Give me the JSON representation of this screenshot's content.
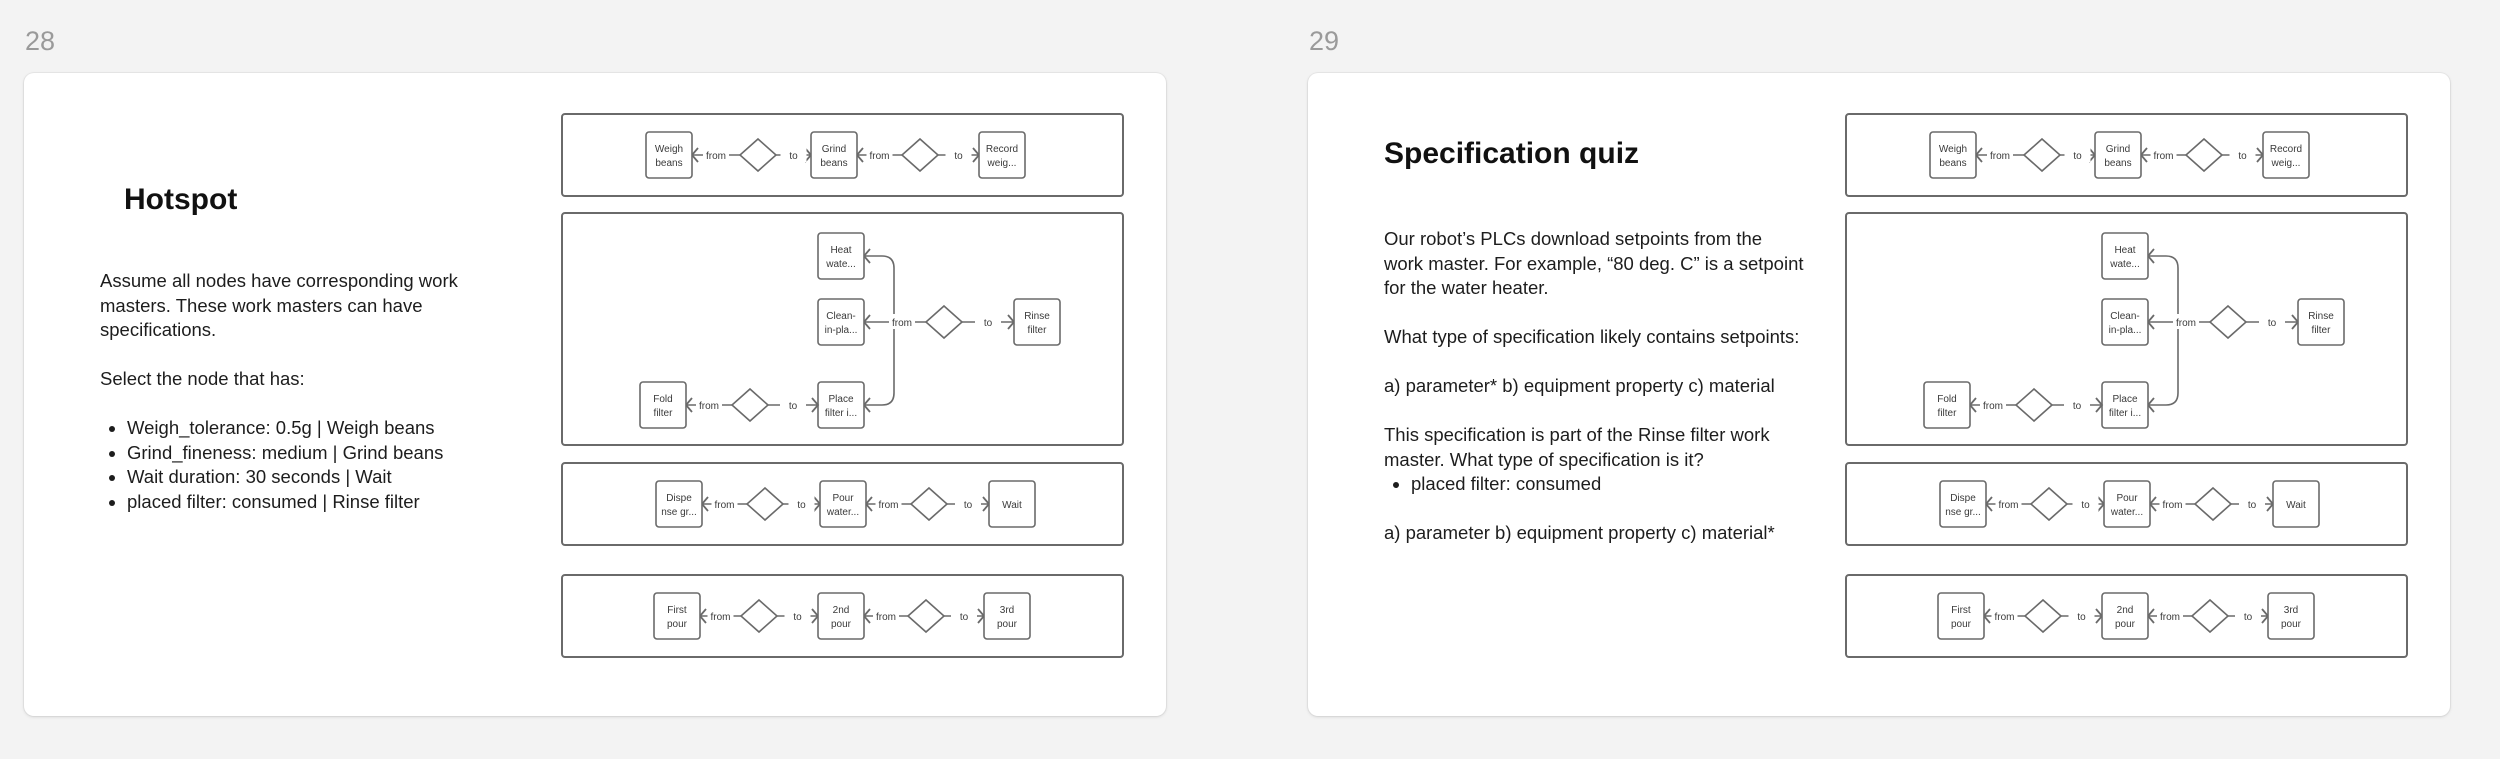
{
  "slides": [
    {
      "number": "28",
      "title": "Hotspot",
      "paragraphs": [
        "Assume all nodes have corresponding work masters. These work masters can have specifications.",
        "Select the node that has:"
      ],
      "bullets": [
        "Weigh_tolerance: 0.5g | Weigh beans",
        "Grind_fineness: medium | Grind beans",
        "Wait duration: 30 seconds | Wait",
        "placed filter: consumed | Rinse filter"
      ]
    },
    {
      "number": "29",
      "title": "Specification quiz",
      "para1": "Our robot’s PLCs download setpoints from the work master. For example, “80 deg. C” is a setpoint for the water heater.",
      "para2": "What type  of specification likely contains setpoints:",
      "para3": "a) parameter* b) equipment property c) material",
      "para4": "This specification is part of the Rinse filter work master. What type of specification is it?",
      "bullets": [
        "placed filter: consumed"
      ],
      "para5": "a) parameter b) equipment property c) material*"
    }
  ],
  "diagram": {
    "from_label": "from",
    "to_label": "to",
    "row1": [
      "Weigh|beans",
      "Grind|beans",
      "Record|weig..."
    ],
    "row2": {
      "top": "Heat|wate...",
      "middle": "Clean-|in-pla...",
      "rinse": "Rinse|filter",
      "place": "Place|filter i...",
      "fold": "Fold|filter"
    },
    "row3": [
      "Dispe|nse gr...",
      "Pour|water...",
      "Wait"
    ],
    "row4": [
      "First|pour",
      "2nd|pour",
      "3rd|pour"
    ]
  }
}
